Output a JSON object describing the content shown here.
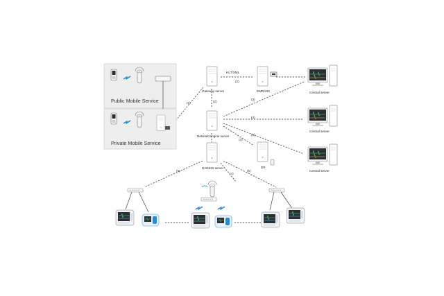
{
  "colors": {
    "panel_bg": "#eeeeee",
    "link_line": "#555555",
    "wireless_accent": "#1f8fd6",
    "screen_dark": "#2b2f35",
    "waveform_green": "#4fe07a"
  },
  "services": {
    "public": "Public Mobile Service",
    "private": "Private Mobile Service"
  },
  "servers": {
    "gateway": "Gateway server",
    "emr": "EMR/HIS",
    "network_engine": "Network Engine server",
    "radius": "RADIUS server",
    "dr": "DR"
  },
  "central_servers": [
    "Central server",
    "Central server",
    "Central server"
  ],
  "protocol_label": "HL7/XML",
  "link_labels": {
    "l1": "(1)",
    "l2_gateway_emr": "(2)",
    "l2_gateway_engine": "(2)",
    "l3_top": "(3)",
    "l3_mid": "(3)",
    "l3_bottom": "(3)",
    "l3_dr": "(3)",
    "l4": "(4)",
    "l5_left": "(5)",
    "l5_right": "(5)"
  },
  "icons": {
    "tower": "server-tower-icon",
    "workstation": "central-station-monitor-icon",
    "patient_monitor": "patient-monitor-icon",
    "telemetry": "telemetry-device-icon",
    "switch": "network-switch-icon",
    "access_point": "wireless-access-point-icon",
    "wireless": "wireless-signal-icon",
    "phone": "mobile-phone-icon",
    "router": "router-icon",
    "printer": "printer-icon"
  }
}
